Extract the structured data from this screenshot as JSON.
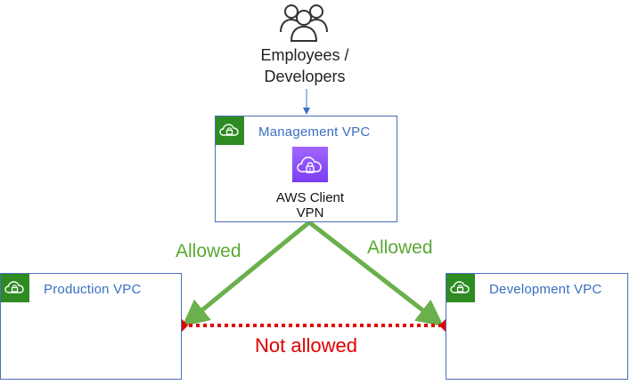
{
  "users": {
    "label_line1": "Employees /",
    "label_line2": "Developers",
    "icon": "users-group-icon"
  },
  "management_vpc": {
    "title": "Management  VPC",
    "icon": "vpc-cloud-lock-icon",
    "service": {
      "label_line1": "AWS Client",
      "label_line2": "VPN",
      "icon": "client-vpn-icon",
      "color": "#8c4fff"
    }
  },
  "production_vpc": {
    "title": "Production VPC",
    "icon": "vpc-cloud-lock-icon"
  },
  "development_vpc": {
    "title": "Development  VPC",
    "icon": "vpc-cloud-lock-icon"
  },
  "connections": {
    "allowed_left": "Allowed",
    "allowed_right": "Allowed",
    "not_allowed": "Not allowed"
  },
  "colors": {
    "vpc_badge": "#2e8b22",
    "vpc_border": "#4a6fb8",
    "allowed": "#6ab04c",
    "not_allowed": "#e00000"
  }
}
